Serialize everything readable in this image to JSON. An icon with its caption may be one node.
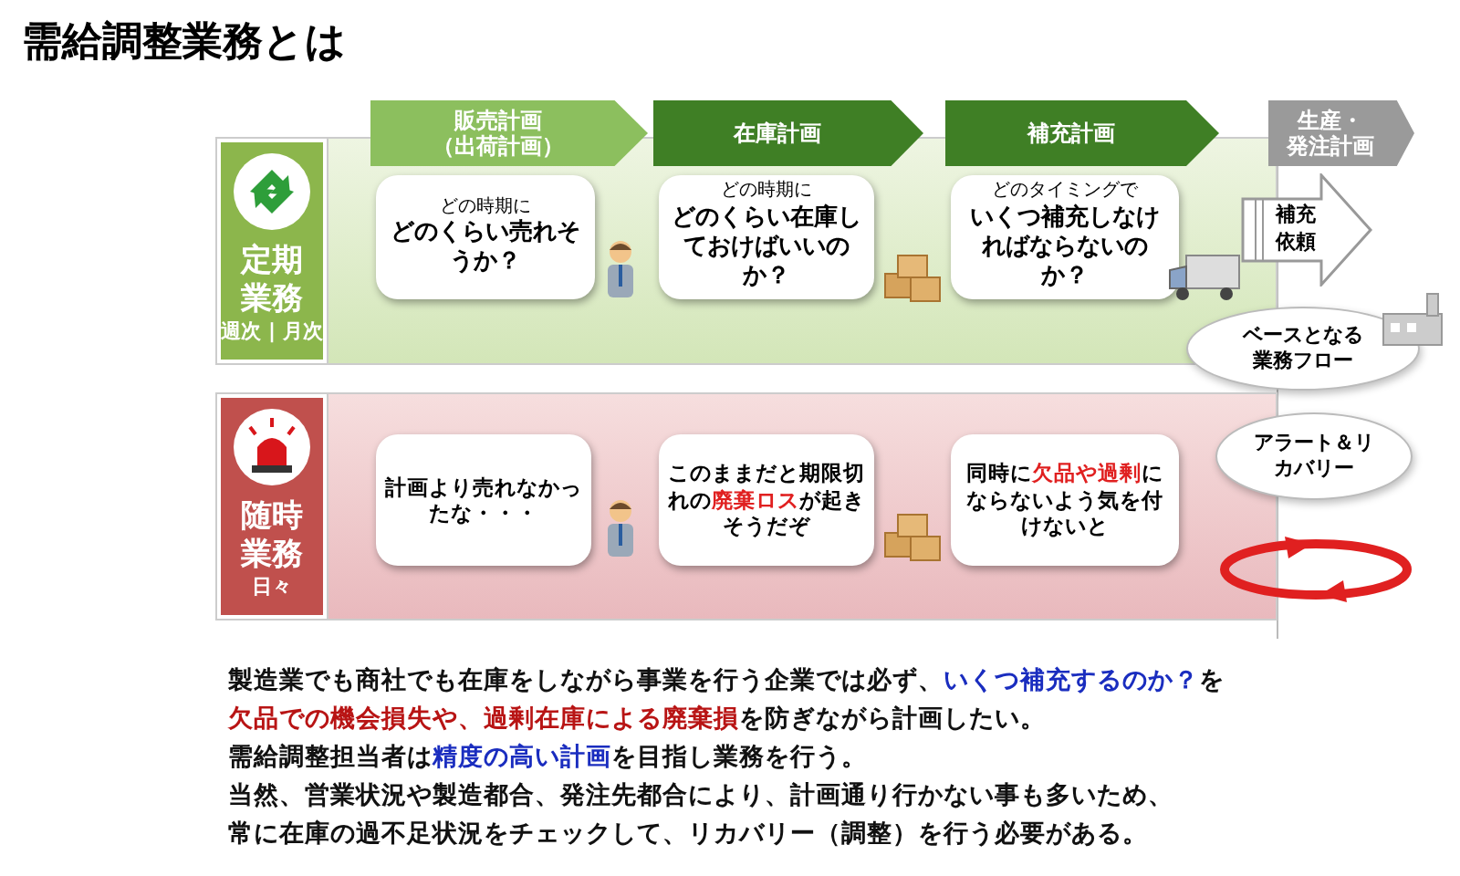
{
  "diagram": {
    "title": "需給調整業務とは",
    "nodes": [
      {
        "text": [
          "販売計画（出荷計画）"
        ]
      },
      {
        "text": [
          "在庫計画"
        ]
      },
      {
        "text": [
          "補充計画"
        ]
      },
      {
        "text": [
          "生産・発注計画"
        ]
      },
      {
        "text": [
          "定期業務",
          "週次 | 月次"
        ]
      },
      {
        "text": [
          "どの時期に",
          "どのくらい売れそうか？"
        ],
        "in": 4
      },
      {
        "text": [
          "どの時期に",
          "どのくらい在庫しておけばいいのか？"
        ],
        "in": 4
      },
      {
        "text": [
          "どのタイミングで",
          "いくつ補充しなければならないのか？"
        ],
        "in": 4
      },
      {
        "text": [
          "補充依頼"
        ]
      },
      {
        "text": [
          "ベースとなる業務フロー"
        ]
      },
      {
        "text": [
          "随時業務",
          "日々"
        ]
      },
      {
        "text": [
          "計画より売れなかったな・・・"
        ],
        "in": 10
      },
      {
        "text": [
          "このままだと期限切れの**廃棄ロス**が起きそうだぞ"
        ],
        "in": 10
      },
      {
        "text": [
          "同時に**欠品や過剰**にならないよう気を付けないと"
        ],
        "in": 10
      },
      {
        "text": [
          "アラート＆リカバリー"
        ]
      }
    ],
    "labels": [
      "製造業でも商社でも在庫をしながら事業を行う企業では必ず、**いくつ補充するのか？**を",
      "**欠品での機会損失や、過剰在庫による廃棄損**を防ぎながら計画したい。",
      "需給調整担当者は**精度の高い計画**を目指し業務を行う。",
      "当然、営業状況や製造都合、発注先都合により、計画通り行かない事も多いため、",
      "常に在庫の過不足状況をチェックして、リカバリー（調整）を行う必要がある。"
    ]
  }
}
